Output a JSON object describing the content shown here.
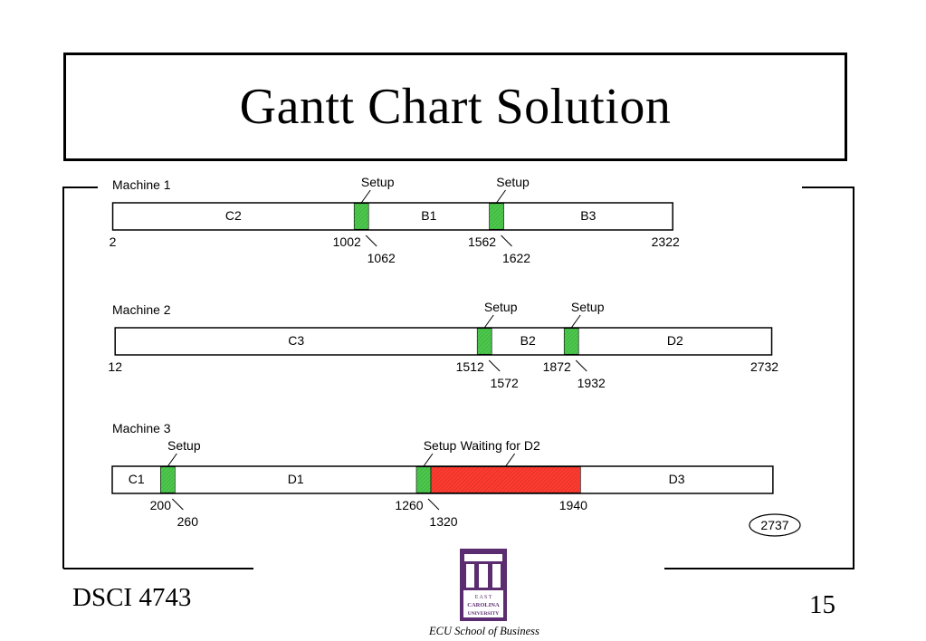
{
  "slide": {
    "title": "Gantt Chart Solution",
    "course": "DSCI 4743",
    "page_number": "15",
    "logo_text": [
      "E A S T",
      "CAROLINA",
      "UNIVERSITY"
    ],
    "logo_caption": "ECU School of Business",
    "colors": {
      "setup": "#4cc94c",
      "waiting": "#ff3b30",
      "logo": "#5b2c6f"
    }
  },
  "chart_data": {
    "type": "gantt",
    "machines": [
      {
        "name": "Machine 1",
        "segments": [
          {
            "label": "C2",
            "start": 2,
            "end": 1002,
            "kind": "job"
          },
          {
            "label": "",
            "start": 1002,
            "end": 1062,
            "kind": "setup"
          },
          {
            "label": "B1",
            "start": 1062,
            "end": 1562,
            "kind": "job"
          },
          {
            "label": "",
            "start": 1562,
            "end": 1622,
            "kind": "setup"
          },
          {
            "label": "B3",
            "start": 1622,
            "end": 2322,
            "kind": "job"
          }
        ],
        "annotations": [
          "Setup",
          "Setup"
        ],
        "ticks": [
          "2",
          "1002",
          "1062",
          "1562",
          "1622",
          "2322"
        ]
      },
      {
        "name": "Machine 2",
        "segments": [
          {
            "label": "C3",
            "start": 12,
            "end": 1512,
            "kind": "job"
          },
          {
            "label": "",
            "start": 1512,
            "end": 1572,
            "kind": "setup"
          },
          {
            "label": "B2",
            "start": 1572,
            "end": 1872,
            "kind": "job"
          },
          {
            "label": "",
            "start": 1872,
            "end": 1932,
            "kind": "setup"
          },
          {
            "label": "D2",
            "start": 1932,
            "end": 2732,
            "kind": "job"
          }
        ],
        "annotations": [
          "Setup",
          "Setup"
        ],
        "ticks": [
          "12",
          "1512",
          "1572",
          "1872",
          "1932",
          "2732"
        ]
      },
      {
        "name": "Machine 3",
        "segments": [
          {
            "label": "C1",
            "start": 0,
            "end": 200,
            "kind": "job"
          },
          {
            "label": "",
            "start": 200,
            "end": 260,
            "kind": "setup"
          },
          {
            "label": "D1",
            "start": 260,
            "end": 1260,
            "kind": "job"
          },
          {
            "label": "",
            "start": 1260,
            "end": 1320,
            "kind": "setup"
          },
          {
            "label": "",
            "start": 1320,
            "end": 1940,
            "kind": "waiting"
          },
          {
            "label": "D3",
            "start": 1940,
            "end": 2737,
            "kind": "job"
          }
        ],
        "annotations": [
          "Setup",
          "Setup",
          "Waiting for D2"
        ],
        "ticks": [
          "200",
          "260",
          "1260",
          "1320",
          "1940"
        ],
        "makespan": "2737"
      }
    ]
  }
}
